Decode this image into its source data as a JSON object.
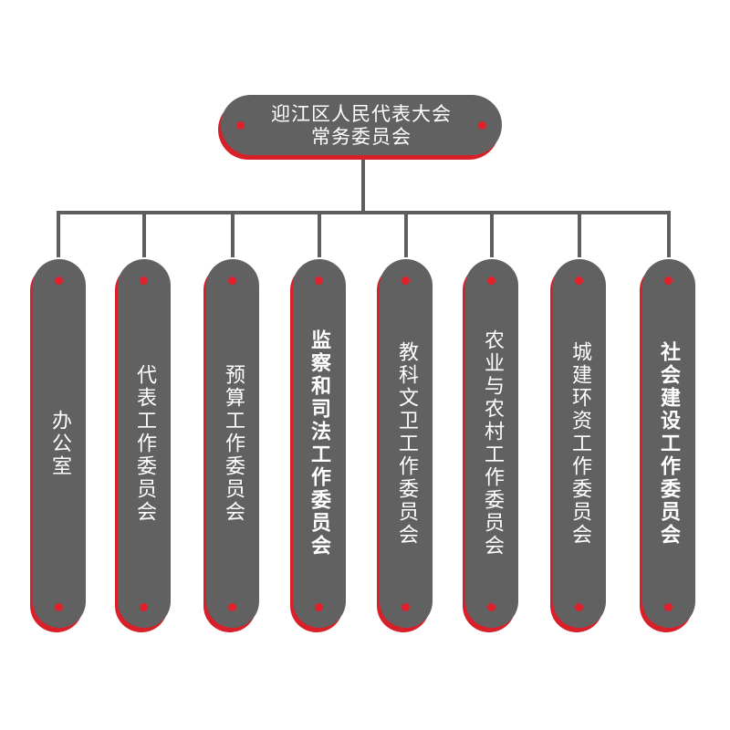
{
  "diagram": {
    "root": {
      "title_line1": "迎江区人民代表大会",
      "title_line2": "常务委员会"
    },
    "children": [
      {
        "label": "办公室"
      },
      {
        "label": "代表工作委员会"
      },
      {
        "label": "预算工作委员会"
      },
      {
        "label": "监察和司法工作委员会"
      },
      {
        "label": "教科文卫工作委员会"
      },
      {
        "label": "农业与农村工作委员会"
      },
      {
        "label": "城建环资工作委员会"
      },
      {
        "label": "社会建设工作委员会"
      }
    ],
    "colors": {
      "node_fill": "#616161",
      "accent": "#e0202a",
      "connector": "#5e5e5e"
    }
  }
}
